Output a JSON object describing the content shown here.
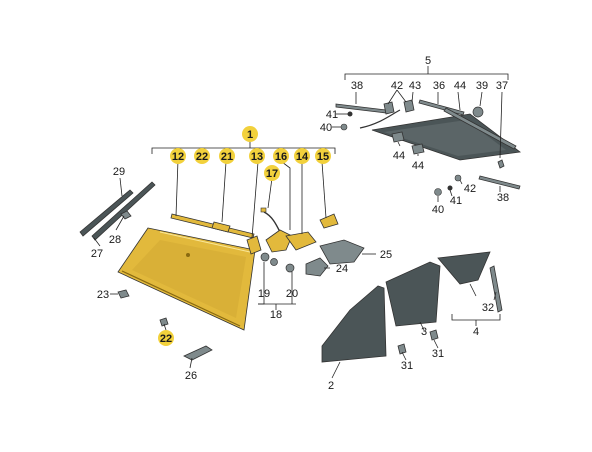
{
  "colors": {
    "highlight_badge": "#f2d13c",
    "windshield_fill": "#e2b93c",
    "glass_gray": "#7f8a8c",
    "glass_dark": "#4b5557",
    "line": "#222222"
  },
  "labels": {
    "l1": "1",
    "l2": "2",
    "l3": "3",
    "l4": "4",
    "l5": "5",
    "l12": "12",
    "l22a": "22",
    "l21": "21",
    "l13": "13",
    "l16": "16",
    "l14": "14",
    "l15": "15",
    "l17": "17",
    "l29": "29",
    "l27": "27",
    "l28": "28",
    "l23": "23",
    "l22b": "22",
    "l26": "26",
    "l19": "19",
    "l20": "20",
    "l18": "18",
    "l24": "24",
    "l25": "25",
    "l38a": "38",
    "l42a": "42",
    "l43": "43",
    "l36": "36",
    "l44a": "44",
    "l39": "39",
    "l37": "37",
    "l41a": "41",
    "l40a": "40",
    "l44b": "44",
    "l44c": "44",
    "l42b": "42",
    "l41b": "41",
    "l40b": "40",
    "l38b": "38",
    "l32": "32",
    "l31a": "31",
    "l31b": "31"
  }
}
